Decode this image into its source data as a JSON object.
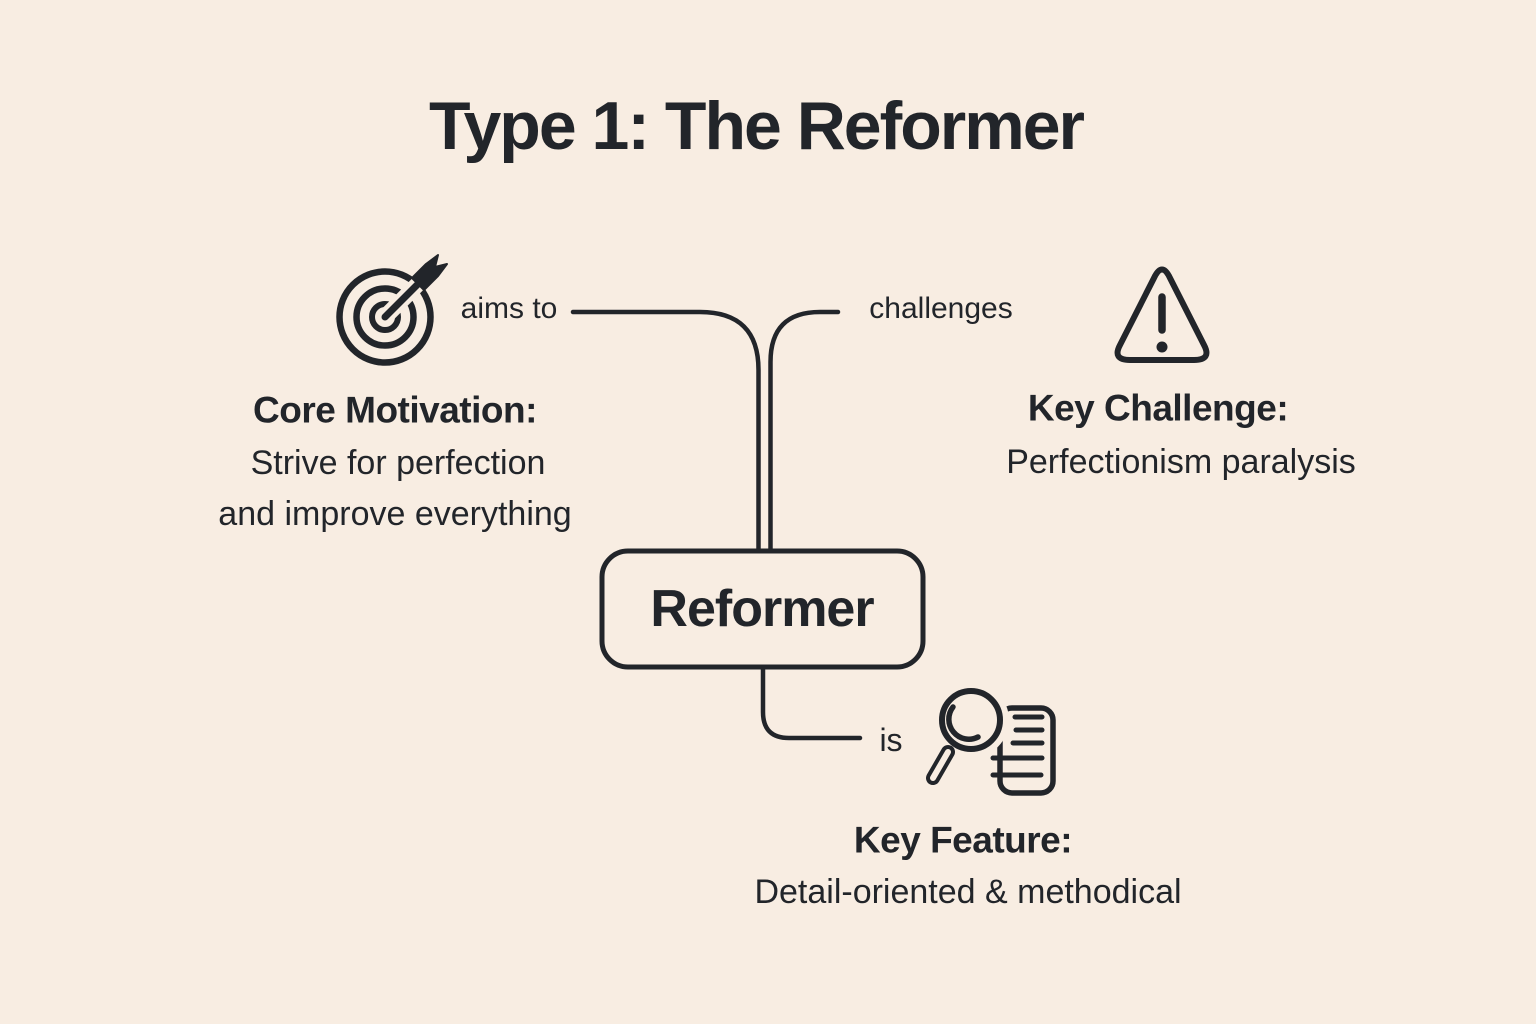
{
  "title": "Type 1: The Reformer",
  "node": {
    "label": "Reformer"
  },
  "branches": {
    "motivation": {
      "edge_label": "aims to",
      "icon": "target-arrow-icon",
      "heading": "Core Motivation:",
      "line1": "Strive for perfection",
      "line2": "and improve everything"
    },
    "challenge": {
      "edge_label": "challenges",
      "icon": "warning-triangle-icon",
      "heading": "Key Challenge:",
      "line1": "Perfectionism paralysis"
    },
    "feature": {
      "edge_label": "is",
      "icon": "magnifier-document-icon",
      "heading": "Key Feature:",
      "line1": "Detail-oriented & methodical"
    }
  },
  "colors": {
    "background": "#f8ede2",
    "ink": "#22252a"
  }
}
